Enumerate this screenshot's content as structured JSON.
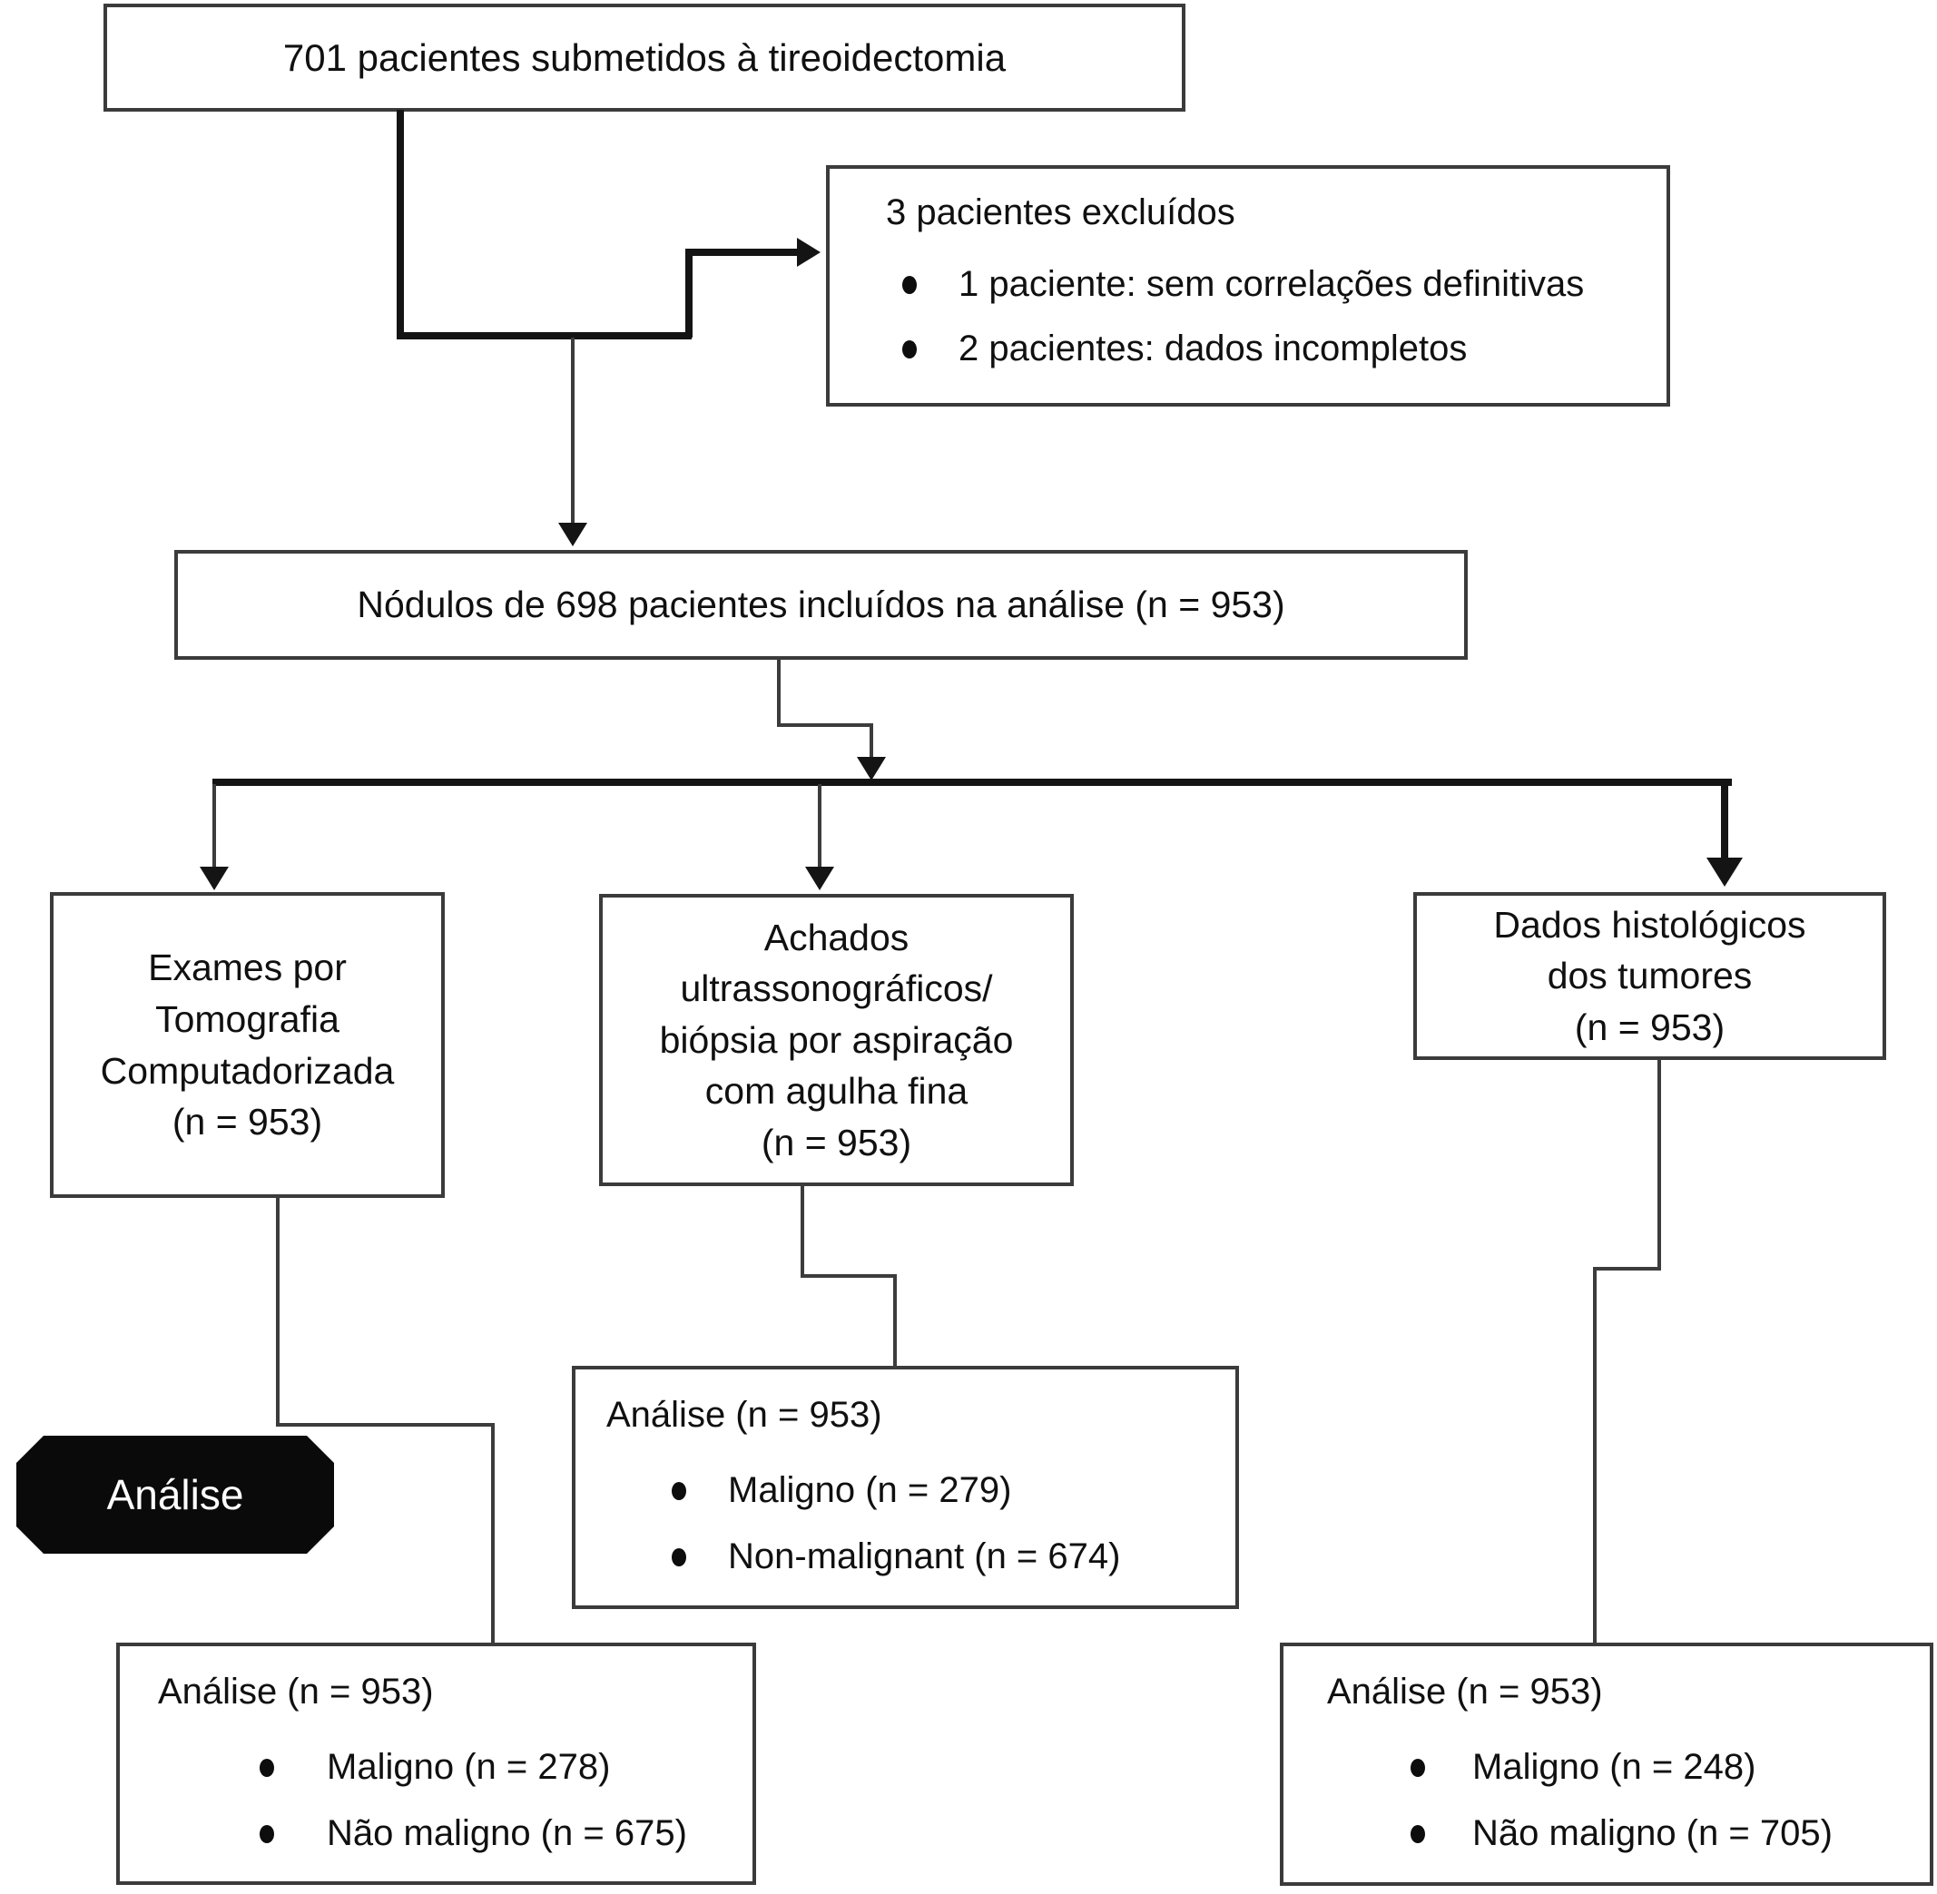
{
  "flowchart": {
    "top_box": {
      "text": "701 pacientes submetidos à tireoidectomia"
    },
    "exclusion_box": {
      "title": "3 pacientes excluídos",
      "items": [
        "1 paciente: sem correlações definitivas",
        "2 pacientes: dados incompletos"
      ]
    },
    "included_box": {
      "text": "Nódulos de 698 pacientes incluídos na análise (n = 953)"
    },
    "branches": {
      "ct": {
        "lines": [
          "Exames por",
          "Tomografia",
          "Computadorizada",
          "(n = 953)"
        ]
      },
      "us": {
        "lines": [
          "Achados ultrassonográficos/",
          "biópsia por aspiração",
          "com agulha fina",
          "(n = 953)"
        ]
      },
      "histo": {
        "lines": [
          "Dados histológicos",
          "dos tumores",
          "(n = 953)"
        ]
      }
    },
    "analysis_label": "Análise",
    "ct_analysis": {
      "title": "Análise (n = 953)",
      "items": [
        "Maligno (n = 278)",
        "Não maligno (n = 675)"
      ]
    },
    "us_analysis": {
      "title": "Análise (n = 953)",
      "items": [
        "Maligno (n = 279)",
        "Non-malignant (n = 674)"
      ]
    },
    "histo_analysis": {
      "title": "Análise (n = 953)",
      "items": [
        "Maligno (n = 248)",
        "Não maligno (n = 705)"
      ]
    }
  },
  "colors": {
    "background": "#ffffff",
    "box_border": "#3b3b3b",
    "line_thick": "#141414",
    "line_thin": "#3c3c3c",
    "text": "#101010",
    "label_bg": "#0a0a0a",
    "label_text": "#ffffff"
  }
}
